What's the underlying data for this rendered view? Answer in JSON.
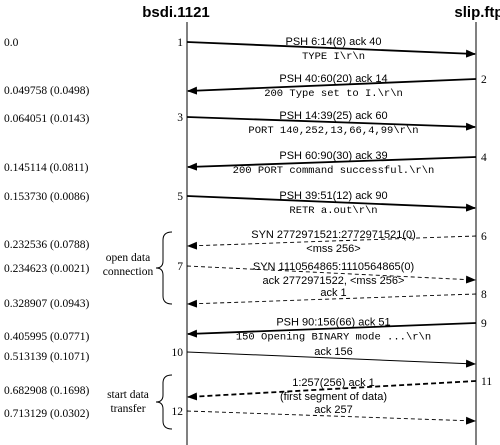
{
  "hosts": {
    "left": "bsdi.1121",
    "right": "slip.ftp"
  },
  "groups": [
    {
      "line1": "open data",
      "line2": "connection"
    },
    {
      "line1": "start data",
      "line2": "transfer"
    }
  ],
  "segments": [
    {
      "time": "0.0",
      "num": "1",
      "dir": "right",
      "style": "bold",
      "label": "PSH 6:14(8) ack 40",
      "data": "TYPE I\\r\\n"
    },
    {
      "time": "0.049758 (0.0498)",
      "num": "2",
      "dir": "left",
      "style": "bold",
      "label": "PSH 40:60(20) ack 14",
      "data": "200 Type set to I.\\r\\n"
    },
    {
      "time": "0.064051 (0.0143)",
      "num": "3",
      "dir": "right",
      "style": "bold",
      "label": "PSH 14:39(25) ack 60",
      "data": "PORT 140,252,13,66,4,99\\r\\n"
    },
    {
      "time": "0.145114 (0.0811)",
      "num": "4",
      "dir": "left",
      "style": "bold",
      "label": "PSH 60:90(30) ack 39",
      "data": "200 PORT command successful.\\r\\n"
    },
    {
      "time": "0.153730 (0.0086)",
      "num": "5",
      "dir": "right",
      "style": "bold",
      "label": "PSH 39:51(12) ack 90",
      "data": "RETR a.out\\r\\n"
    },
    {
      "time": "0.232536 (0.0788)",
      "num": "6",
      "dir": "left",
      "style": "dashed",
      "label": "SYN 2772971521:2772971521(0)",
      "data": "<mss 256>"
    },
    {
      "time": "0.234623 (0.0021)",
      "num": "7",
      "dir": "right",
      "style": "dashed",
      "label": "SYN 1110564865:1110564865(0)",
      "data": "ack 2772971522, <mss 256>"
    },
    {
      "time": "0.328907 (0.0943)",
      "num": "8",
      "dir": "left",
      "style": "dashed",
      "label": "ack 1",
      "data": ""
    },
    {
      "time": "0.405995 (0.0771)",
      "num": "9",
      "dir": "left",
      "style": "bold",
      "label": "PSH 90:156(66) ack 51",
      "data": "150 Opening BINARY mode ...\\r\\n"
    },
    {
      "time": "0.513139 (0.1071)",
      "num": "10",
      "dir": "right",
      "style": "thin",
      "label": "ack 156",
      "data": ""
    },
    {
      "time": "0.682908 (0.1698)",
      "num": "11",
      "dir": "left",
      "style": "bolddashed",
      "label": "1:257(256) ack 1",
      "data": "(first segment of data)"
    },
    {
      "time": "0.713129 (0.0302)",
      "num": "12",
      "dir": "right",
      "style": "dashed",
      "label": "ack 257",
      "data": ""
    }
  ]
}
